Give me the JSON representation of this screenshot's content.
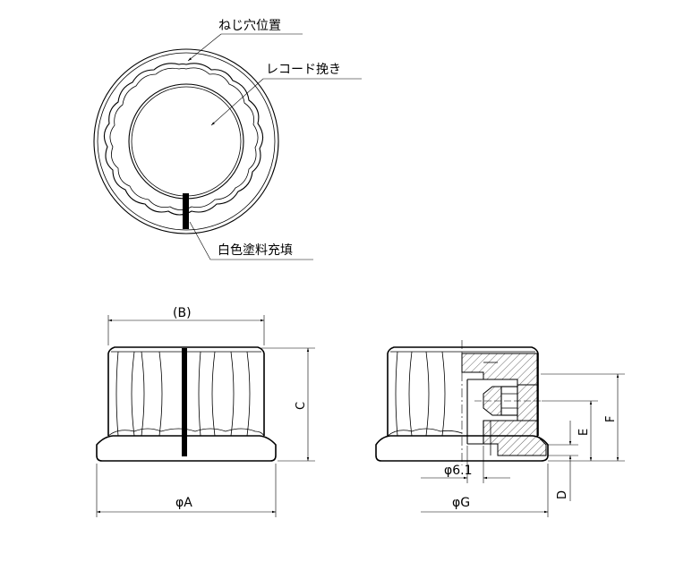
{
  "callouts": {
    "screw_hole": "ねじ穴位置",
    "record_cut": "レコード挽き",
    "white_paint": "白色塗料充填"
  },
  "dimensions": {
    "B": "(B)",
    "C": "C",
    "A": "φA",
    "phi61": "φ6.1",
    "G": "φG",
    "D": "D",
    "E": "E",
    "F": "F"
  }
}
